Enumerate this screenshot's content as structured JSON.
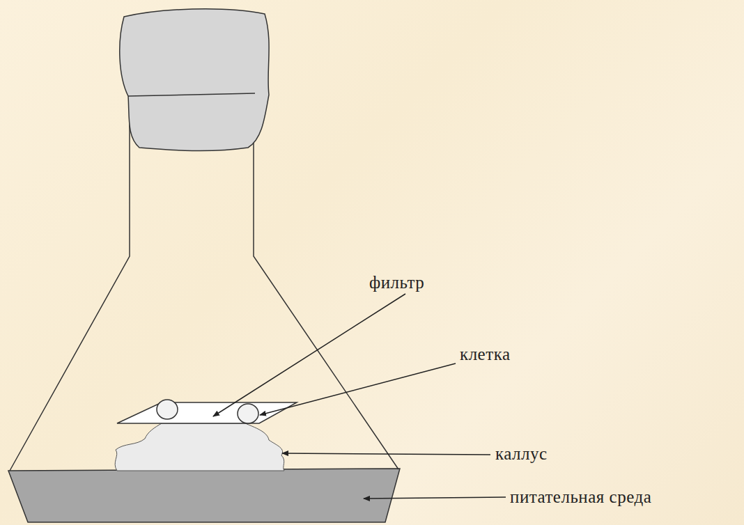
{
  "diagram": {
    "labels": [
      "фильтр",
      "клетка",
      "каллус",
      "питательная среда"
    ]
  }
}
